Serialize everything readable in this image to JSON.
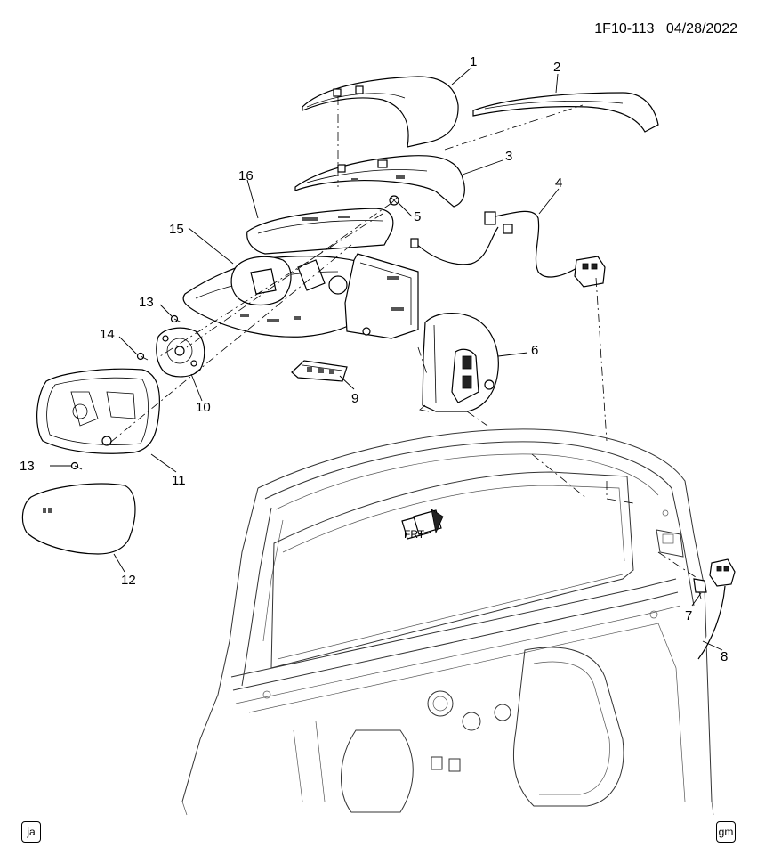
{
  "document": {
    "diagram_id": "1F10-113",
    "date": "04/28/2022",
    "corner_left": "ja",
    "corner_right": "gm"
  },
  "direction_marker": "FRT",
  "callouts": [
    "1",
    "2",
    "3",
    "4",
    "5",
    "6",
    "7",
    "8",
    "9",
    "10",
    "11",
    "12",
    "13",
    "13",
    "14",
    "15",
    "16"
  ]
}
